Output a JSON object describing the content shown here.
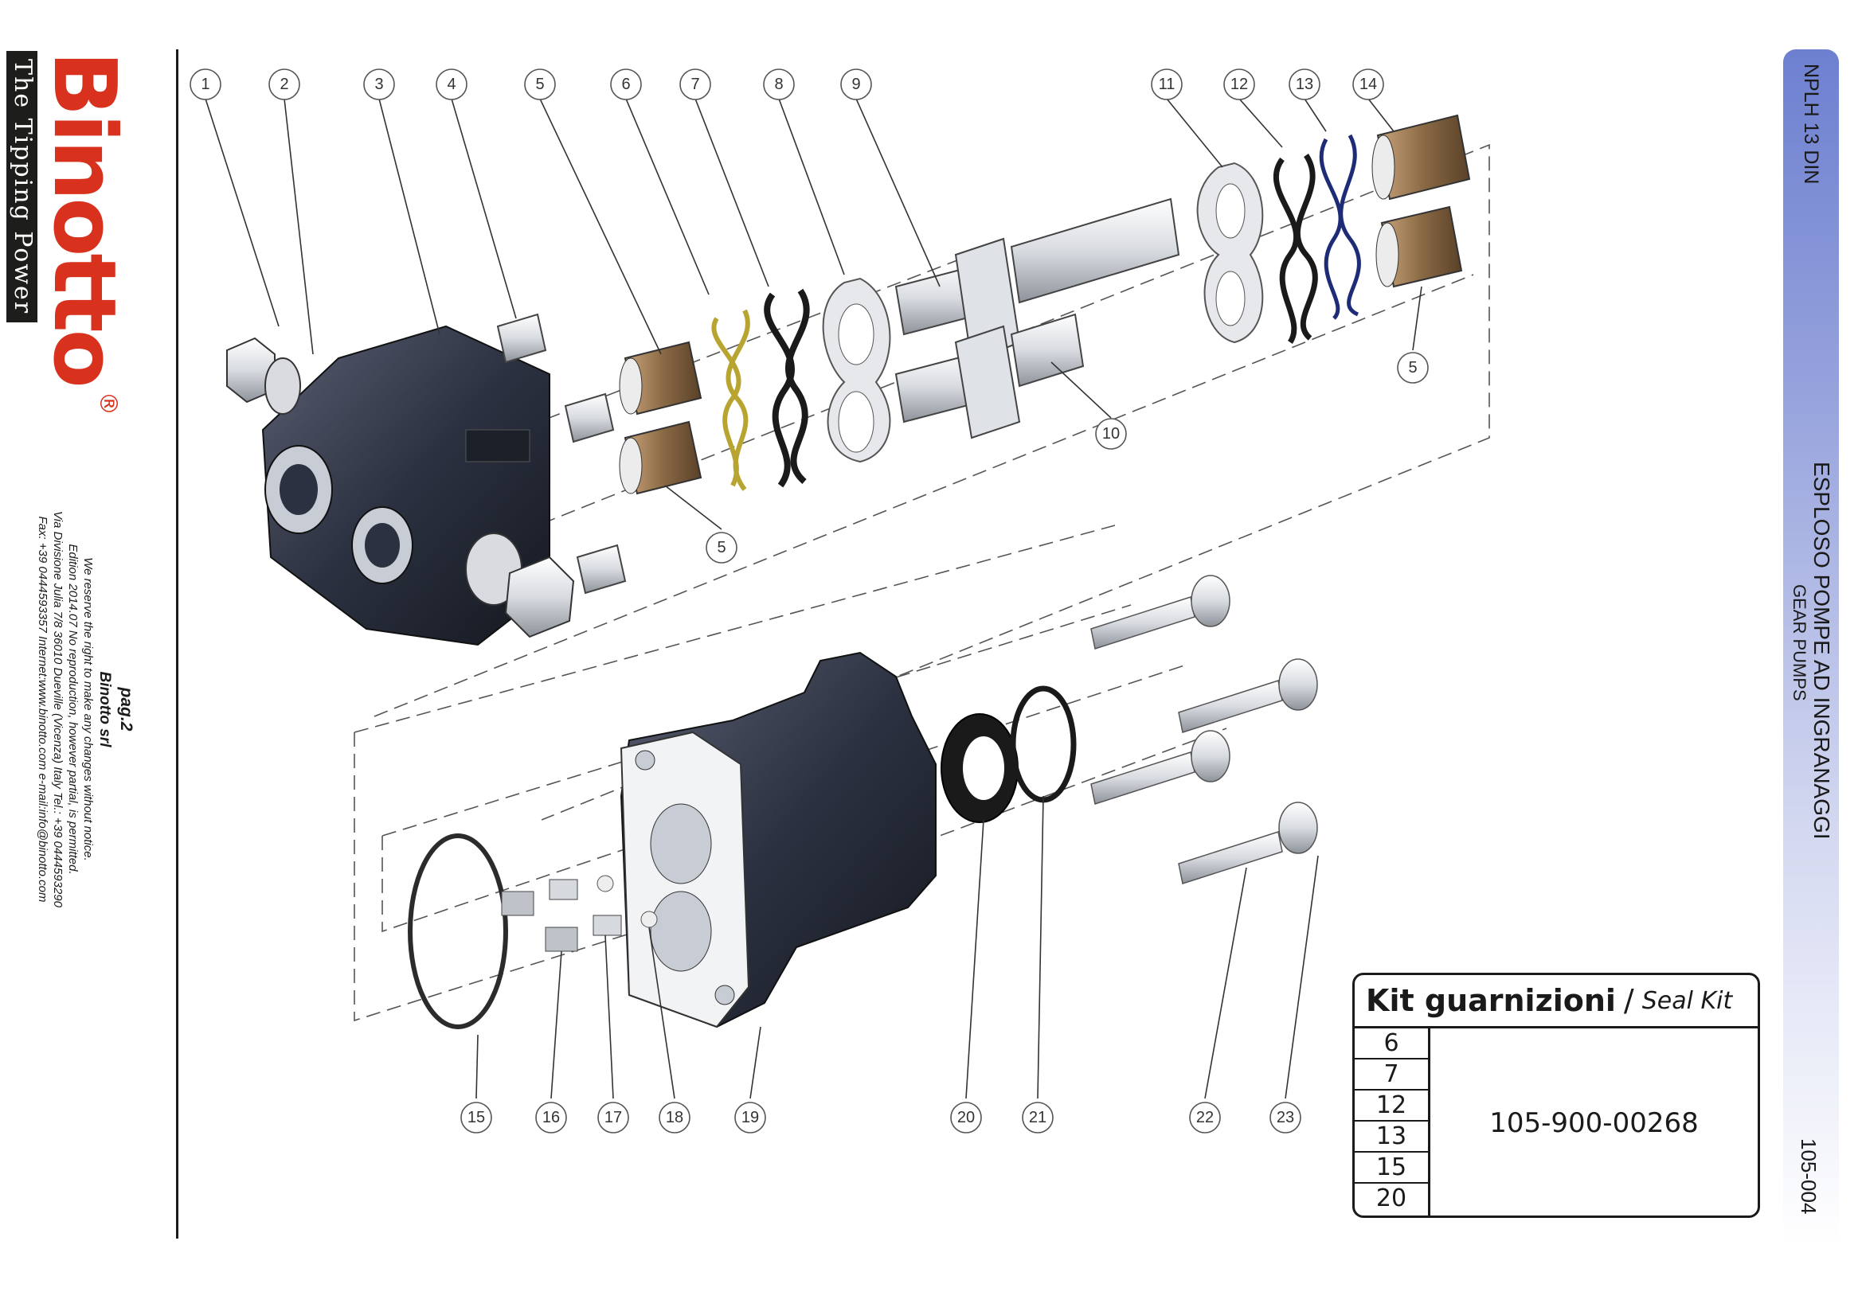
{
  "brand": {
    "name": "Binotto",
    "tagline": "The Tipping Power",
    "registered_mark": "®"
  },
  "footer": {
    "page": "pag.2",
    "company": "Binotto srl",
    "lines": [
      "We reserve the right to make any changes without notice.",
      "Edition 2014.07 No reproduction, however partial, is permitted.",
      "Via Divisione Julia 7/8 36010 Dueville (Vicenza) Italy Tel.: +39 0444593290",
      "Fax: +39 0444593357 Internet:www.binotto.com e-mail:info@binotto.com"
    ]
  },
  "header": {
    "model": "NPLH 13 DIN",
    "title_it": "ESPLOSO POMPE AD INGRANAGGI",
    "title_en": "GEAR PUMPS",
    "doc_number": "105-004"
  },
  "callouts": [
    "1",
    "2",
    "3",
    "4",
    "5",
    "6",
    "7",
    "8",
    "9",
    "10",
    "11",
    "12",
    "13",
    "14",
    "5",
    "5",
    "15",
    "16",
    "17",
    "18",
    "19",
    "20",
    "21",
    "22",
    "23"
  ],
  "seal_kit": {
    "title_it": "Kit guarnizioni",
    "separator": "/",
    "title_en": "Seal Kit",
    "positions": [
      "6",
      "7",
      "12",
      "13",
      "15",
      "20"
    ],
    "code": "105-900-00268"
  },
  "colors": {
    "brand_red": "#d8311d",
    "band_blue": "#6d80d0",
    "body_dark": "#2b3140",
    "bronze": "#8a6a45",
    "ring_blue": "#1e2c78",
    "ring_yellow": "#b8a430"
  }
}
